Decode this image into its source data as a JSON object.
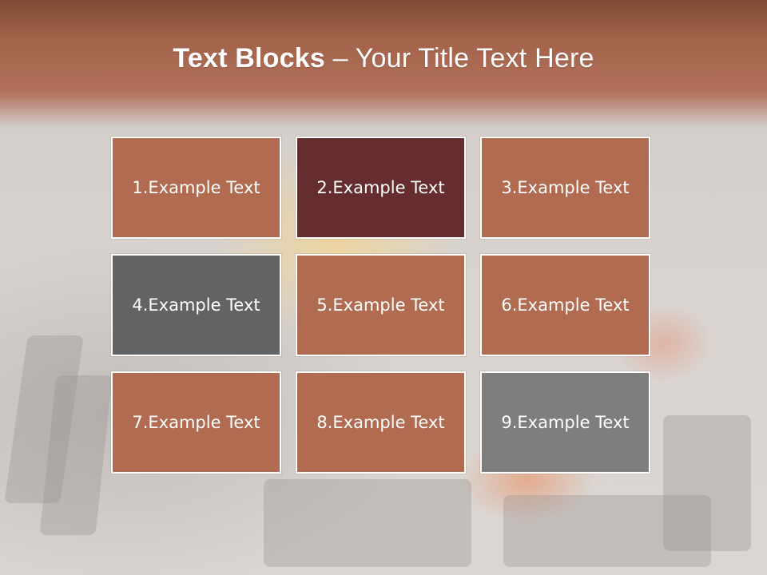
{
  "slide": {
    "title_bold": "Text Blocks",
    "title_dash": "–",
    "title_rest": "Your Title Text Here"
  },
  "colors": {
    "title_band": "#a8654c",
    "block_copper": "#b06b50",
    "block_maroon": "#652d2e",
    "block_dark_gray": "#636363",
    "block_mid_gray": "#7e7e7e",
    "block_border": "#ffffff"
  },
  "blocks": [
    {
      "label": "1.Example Text",
      "color": "copper"
    },
    {
      "label": "2.Example Text",
      "color": "maroon"
    },
    {
      "label": "3.Example Text",
      "color": "copper"
    },
    {
      "label": "4.Example Text",
      "color": "dark-gray"
    },
    {
      "label": "5.Example Text",
      "color": "copper"
    },
    {
      "label": "6.Example Text",
      "color": "copper"
    },
    {
      "label": "7.Example Text",
      "color": "copper"
    },
    {
      "label": "8.Example Text",
      "color": "copper"
    },
    {
      "label": "9.Example Text",
      "color": "mid-gray"
    }
  ]
}
